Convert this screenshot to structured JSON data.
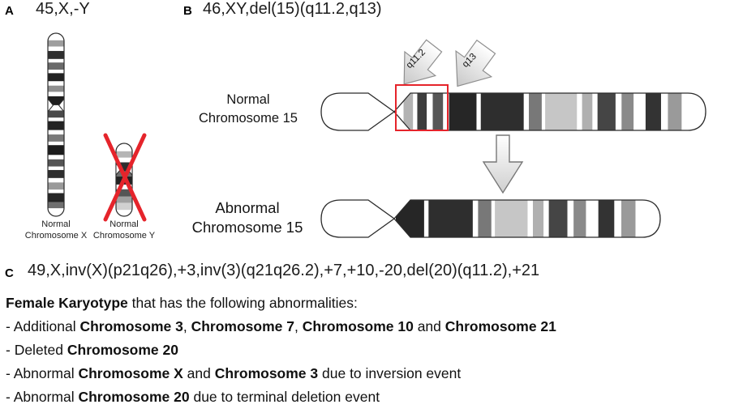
{
  "colors": {
    "highlight_red": "#e5242b",
    "outline": "#2b2b2b"
  },
  "panelA": {
    "letter": "A",
    "karyotype": "45,X,-Y",
    "caption_x": [
      "Normal",
      "Chromosome X"
    ],
    "caption_y": [
      "Normal",
      "Chromosome Y"
    ]
  },
  "panelB": {
    "letter": "B",
    "karyotype": "46,XY,del(15)(q11.2,q13)",
    "region_labels": [
      "q11.2",
      "q13"
    ],
    "normal_label": [
      "Normal",
      "Chromosome 15"
    ],
    "abnormal_label": [
      "Abnormal",
      "Chromosome 15"
    ]
  },
  "panelC": {
    "letter": "C",
    "karyotype": "49,X,inv(X)(p21q26),+3,inv(3)(q21q26.2),+7,+10,-20,del(20)(q11.2),+21",
    "description": [
      [
        {
          "t": "Female Karyotype",
          "b": true
        },
        {
          "t": " that has the following abnormalities:",
          "b": false
        }
      ],
      [
        {
          "t": "- Additional ",
          "b": false
        },
        {
          "t": "Chromosome 3",
          "b": true
        },
        {
          "t": ", ",
          "b": false
        },
        {
          "t": "Chromosome 7",
          "b": true
        },
        {
          "t": ", ",
          "b": false
        },
        {
          "t": "Chromosome 10",
          "b": true
        },
        {
          "t": " and ",
          "b": false
        },
        {
          "t": "Chromosome 21",
          "b": true
        }
      ],
      [
        {
          "t": "- Deleted ",
          "b": false
        },
        {
          "t": "Chromosome 20",
          "b": true
        }
      ],
      [
        {
          "t": "- Abnormal ",
          "b": false
        },
        {
          "t": "Chromosome X",
          "b": true
        },
        {
          "t": " and ",
          "b": false
        },
        {
          "t": "Chromosome 3",
          "b": true
        },
        {
          "t": " due to inversion event",
          "b": false
        }
      ],
      [
        {
          "t": "- Abnormal ",
          "b": false
        },
        {
          "t": "Chromosome 20",
          "b": true
        },
        {
          "t": " due to terminal deletion event",
          "b": false
        }
      ]
    ]
  },
  "ideograms": {
    "chr_x": [
      [
        8,
        "#ffffff"
      ],
      [
        7,
        "#9e9e9e"
      ],
      [
        5,
        "#ffffff"
      ],
      [
        9,
        "#2f2f2f"
      ],
      [
        4,
        "#ffffff"
      ],
      [
        8,
        "#6a6a6a"
      ],
      [
        4,
        "#ffffff"
      ],
      [
        9,
        "#222222"
      ],
      [
        5,
        "#ffffff"
      ],
      [
        7,
        "#8f8f8f"
      ],
      [
        5,
        "#ffffff"
      ],
      [
        10,
        "#1f1f1f"
      ],
      [
        6,
        "#ffffff"
      ],
      [
        8,
        "#4a4a4a"
      ],
      [
        4,
        "#ffffff"
      ],
      [
        10,
        "#232323"
      ],
      [
        5,
        "#ffffff"
      ],
      [
        8,
        "#7a7a7a"
      ],
      [
        4,
        "#ffffff"
      ],
      [
        11,
        "#1c1c1c"
      ],
      [
        5,
        "#ffffff"
      ],
      [
        8,
        "#555555"
      ],
      [
        4,
        "#ffffff"
      ],
      [
        9,
        "#2e2e2e"
      ],
      [
        5,
        "#ffffff"
      ],
      [
        8,
        "#9a9a9a"
      ],
      [
        4,
        "#ffffff"
      ],
      [
        10,
        "#262626"
      ],
      [
        7,
        "#6f6f6f"
      ],
      [
        9,
        "#ffffff"
      ]
    ],
    "chr_y": [
      [
        10,
        "#ffffff"
      ],
      [
        8,
        "#b5b5b5"
      ],
      [
        6,
        "#ffffff"
      ],
      [
        11,
        "#2e2e2e"
      ],
      [
        7,
        "#6e6e6e"
      ],
      [
        10,
        "#222222"
      ],
      [
        6,
        "#ffffff"
      ],
      [
        9,
        "#555555"
      ],
      [
        8,
        "#a0a0a0"
      ],
      [
        9,
        "#d0d0d0"
      ],
      [
        8,
        "#ffffff"
      ]
    ],
    "chr15_normal": [
      [
        9,
        "#ffffff"
      ],
      [
        11,
        "#b3b3b3"
      ],
      [
        5,
        "#ffffff"
      ],
      [
        11,
        "#3d3d3d"
      ],
      [
        7,
        "#ffffff"
      ],
      [
        12,
        "#575757"
      ],
      [
        7,
        "#ffffff"
      ],
      [
        32,
        "#262626"
      ],
      [
        5,
        "#ffffff"
      ],
      [
        50,
        "#2e2e2e"
      ],
      [
        6,
        "#ffffff"
      ],
      [
        15,
        "#787878"
      ],
      [
        4,
        "#ffffff"
      ],
      [
        37,
        "#c6c6c6"
      ],
      [
        6,
        "#ffffff"
      ],
      [
        12,
        "#b0b0b0"
      ],
      [
        6,
        "#ffffff"
      ],
      [
        21,
        "#454545"
      ],
      [
        7,
        "#ffffff"
      ],
      [
        14,
        "#8a8a8a"
      ],
      [
        14,
        "#ffffff"
      ],
      [
        18,
        "#333333"
      ],
      [
        8,
        "#ffffff"
      ],
      [
        16,
        "#9a9a9a"
      ],
      [
        28,
        "#ffffff"
      ]
    ],
    "chr15_abnormal": [
      [
        32,
        "#262626"
      ],
      [
        5,
        "#ffffff"
      ],
      [
        50,
        "#2e2e2e"
      ],
      [
        6,
        "#ffffff"
      ],
      [
        15,
        "#787878"
      ],
      [
        4,
        "#ffffff"
      ],
      [
        37,
        "#c6c6c6"
      ],
      [
        6,
        "#ffffff"
      ],
      [
        12,
        "#b0b0b0"
      ],
      [
        6,
        "#ffffff"
      ],
      [
        21,
        "#454545"
      ],
      [
        7,
        "#ffffff"
      ],
      [
        14,
        "#8a8a8a"
      ],
      [
        14,
        "#ffffff"
      ],
      [
        18,
        "#333333"
      ],
      [
        8,
        "#ffffff"
      ],
      [
        16,
        "#9a9a9a"
      ],
      [
        28,
        "#ffffff"
      ]
    ]
  }
}
